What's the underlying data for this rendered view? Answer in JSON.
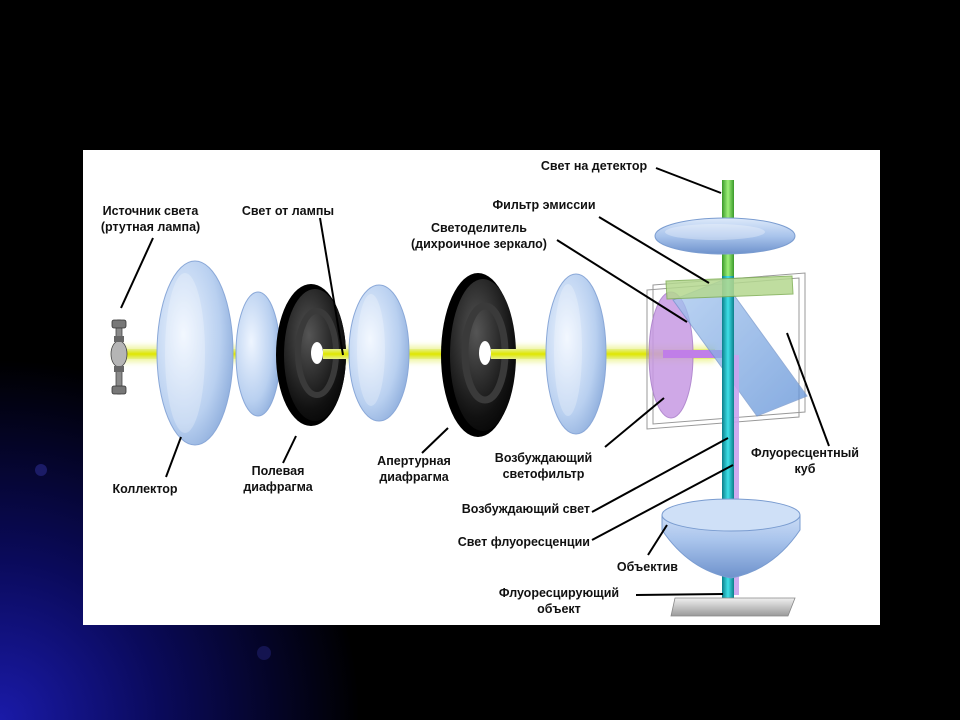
{
  "diagram": {
    "labels": {
      "light_source_line1": "Источник света",
      "light_source_line2": "(ртутная лампа)",
      "lamp_light": "Свет от лампы",
      "beamsplitter_line1": "Светоделитель",
      "beamsplitter_line2": "(дихроичное зеркало)",
      "light_to_detector": "Свет на детектор",
      "emission_filter": "Фильтр эмиссии",
      "collector": "Коллектор",
      "field_diaphragm_line1": "Полевая",
      "field_diaphragm_line2": "диафрагма",
      "aperture_diaphragm_line1": "Апертурная",
      "aperture_diaphragm_line2": "диафрагма",
      "excitation_filter_line1": "Возбуждающий",
      "excitation_filter_line2": "светофильтр",
      "fluorescent_cube_line1": "Флуоресцентный",
      "fluorescent_cube_line2": "куб",
      "excitation_light": "Возбуждающий свет",
      "fluorescence_light": "Свет флуоресценции",
      "objective": "Объектив",
      "fluorescing_object_line1": "Флуоресцирующий",
      "fluorescing_object_line2": "объект"
    }
  }
}
